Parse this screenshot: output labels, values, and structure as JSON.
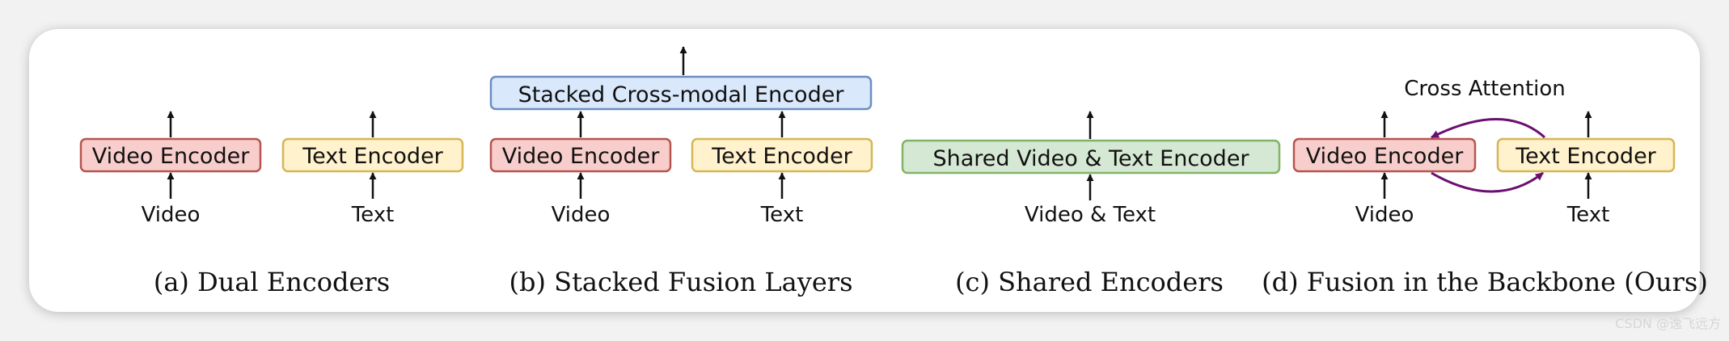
{
  "colors": {
    "video_fill": "#f8cecc",
    "video_stroke": "#b85450",
    "text_fill": "#fff2cc",
    "text_stroke": "#d6b656",
    "cross_fill": "#dae8fc",
    "cross_stroke": "#6c8ebf",
    "shared_fill": "#d5e8d4",
    "shared_stroke": "#82b366",
    "arrow": "#111111",
    "attention": "#6a0f70"
  },
  "panels": [
    {
      "caption": "(a) Dual Encoders",
      "video_encoder": "Video Encoder",
      "text_encoder": "Text Encoder",
      "video_input": "Video",
      "text_input": "Text"
    },
    {
      "caption": "(b) Stacked Fusion Layers",
      "cross_encoder": "Stacked Cross-modal Encoder",
      "video_encoder": "Video Encoder",
      "text_encoder": "Text Encoder",
      "video_input": "Video",
      "text_input": "Text"
    },
    {
      "caption": "(c) Shared Encoders",
      "shared_encoder": "Shared Video & Text Encoder",
      "input": "Video & Text"
    },
    {
      "caption": "(d) Fusion in the Backbone (Ours)",
      "attention_label": "Cross Attention",
      "video_encoder": "Video Encoder",
      "text_encoder": "Text Encoder",
      "video_input": "Video",
      "text_input": "Text"
    }
  ],
  "watermark": "CSDN @逸飞远方"
}
